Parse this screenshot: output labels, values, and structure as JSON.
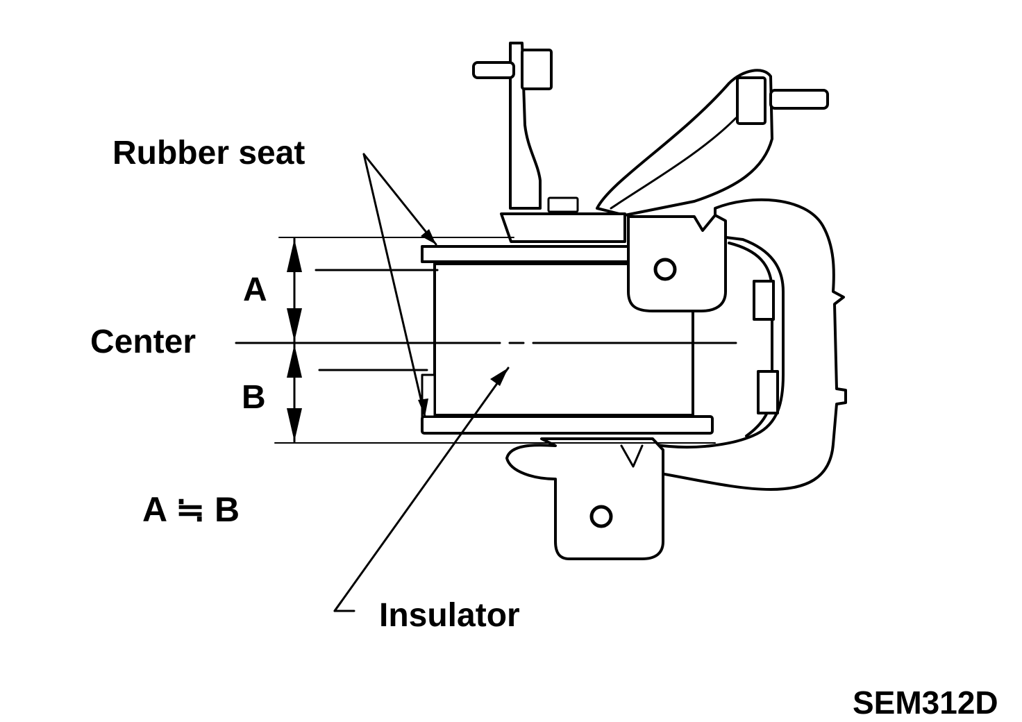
{
  "labels": {
    "rubber_seat": "Rubber seat",
    "insulator": "Insulator",
    "center": "Center",
    "dim_a": "A",
    "dim_b": "B",
    "equation": "A ≒ B",
    "figure_code": "SEM312D"
  },
  "colors": {
    "ink": "#000000",
    "paper": "#ffffff"
  }
}
